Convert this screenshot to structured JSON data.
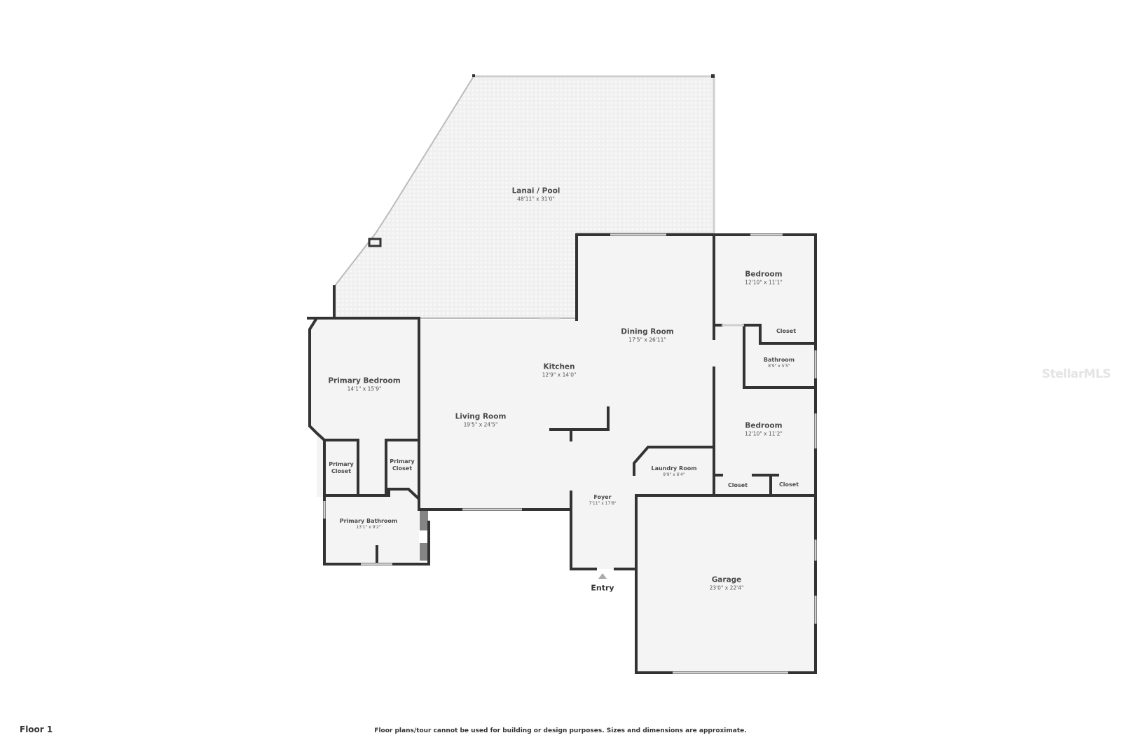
{
  "floor_label": "Floor 1",
  "disclaimer": "Floor plans/tour cannot be used for building or design purposes. Sizes and dimensions are approximate.",
  "watermark": "StellarMLS",
  "entry": {
    "label": "Entry",
    "icon": "triangle-up-icon"
  },
  "colors": {
    "wall": "#333333",
    "floor": "#f4f4f4",
    "lanai": "#ececec",
    "window": "#cfcfcf"
  },
  "rooms": [
    {
      "id": "lanai",
      "name": "Lanai / Pool",
      "dims": "48'11\" x 31'0\""
    },
    {
      "id": "bedroom1",
      "name": "Bedroom",
      "dims": "12'10\" x 11'1\""
    },
    {
      "id": "closet1",
      "name": "Closet",
      "dims": ""
    },
    {
      "id": "bathroom",
      "name": "Bathroom",
      "dims": "8'9\" x 5'5\""
    },
    {
      "id": "dining",
      "name": "Dining Room",
      "dims": "17'5\" x 26'11\""
    },
    {
      "id": "kitchen",
      "name": "Kitchen",
      "dims": "12'9\" x 14'0\""
    },
    {
      "id": "primary_bedroom",
      "name": "Primary Bedroom",
      "dims": "14'1\" x 15'9\""
    },
    {
      "id": "living",
      "name": "Living Room",
      "dims": "19'5\" x 24'5\""
    },
    {
      "id": "bedroom2",
      "name": "Bedroom",
      "dims": "12'10\" x 11'2\""
    },
    {
      "id": "primary_closet_1",
      "name": "Primary Closet",
      "dims": ""
    },
    {
      "id": "primary_closet_2",
      "name": "Primary Closet",
      "dims": ""
    },
    {
      "id": "laundry",
      "name": "Laundry Room",
      "dims": "9'9\" x 6'4\""
    },
    {
      "id": "closet2",
      "name": "Closet",
      "dims": ""
    },
    {
      "id": "closet3",
      "name": "Closet",
      "dims": ""
    },
    {
      "id": "foyer",
      "name": "Foyer",
      "dims": "7'11\" x 17'8\""
    },
    {
      "id": "primary_bathroom",
      "name": "Primary Bathroom",
      "dims": "13'1\" x 9'2\""
    },
    {
      "id": "garage",
      "name": "Garage",
      "dims": "23'0\" x 22'4\""
    }
  ]
}
